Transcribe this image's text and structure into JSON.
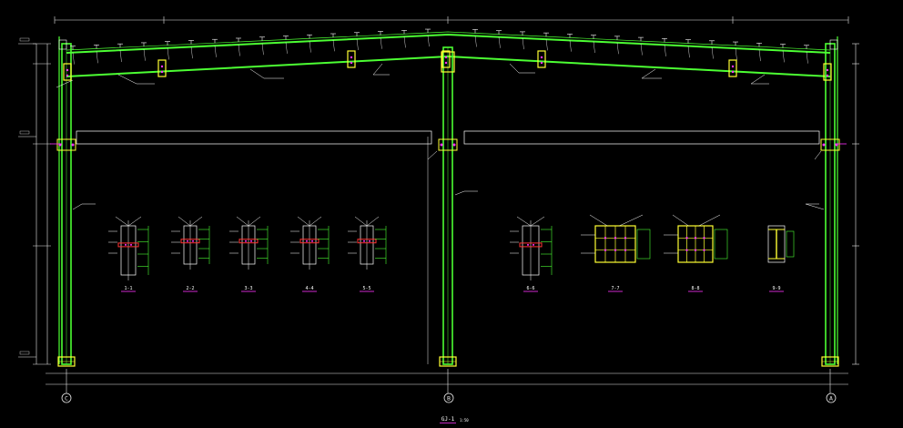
{
  "drawing": {
    "background": "#000000",
    "colors": {
      "member": "#4cff33",
      "dim": "#e8e8e8",
      "detail": "#ffffff",
      "accent_yellow": "#ffff33",
      "accent_magenta": "#ff33ff",
      "accent_cyan": "#33ccff",
      "accent_red": "#ff3333"
    },
    "grid_axes": [
      {
        "label": "C"
      },
      {
        "label": "B"
      },
      {
        "label": "A"
      }
    ],
    "section_labels": [
      "1-1",
      "2-2",
      "3-3",
      "4-4",
      "5-5",
      "6-6",
      "7-7",
      "8-8",
      "9-9"
    ],
    "drawing_title": "GJ-1",
    "drawing_scale": "1:50"
  }
}
